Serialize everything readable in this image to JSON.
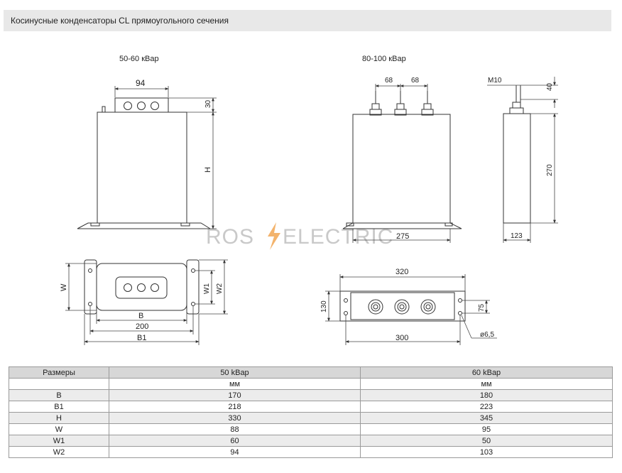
{
  "header": {
    "title": "Косинусные конденсаторы CL прямоугольного сечения"
  },
  "drawings": {
    "left_caption": "50-60 кВар",
    "right_caption": "80-100 кВар",
    "dims": {
      "d94": "94",
      "d30": "30",
      "dH": "H",
      "d68a": "68",
      "d68b": "68",
      "dM10": "M10",
      "d40": "40",
      "d270": "270",
      "d275": "275",
      "d123": "123",
      "dW": "W",
      "dW1": "W1",
      "dW2": "W2",
      "dB": "B",
      "d200": "200",
      "dB1": "B1",
      "d320": "320",
      "d130": "130",
      "d75": "75",
      "d300": "300",
      "dHole": "ø6,5"
    },
    "watermark": {
      "left": "ROS",
      "right": "ELECTRIC"
    }
  },
  "table": {
    "headers": [
      "Размеры",
      "50 kBap",
      "60 kBap"
    ],
    "units": [
      "",
      "мм",
      "мм"
    ],
    "rows": [
      [
        "B",
        "170",
        "180"
      ],
      [
        "B1",
        "218",
        "223"
      ],
      [
        "H",
        "330",
        "345"
      ],
      [
        "W",
        "88",
        "95"
      ],
      [
        "W1",
        "60",
        "50"
      ],
      [
        "W2",
        "94",
        "103"
      ]
    ]
  }
}
